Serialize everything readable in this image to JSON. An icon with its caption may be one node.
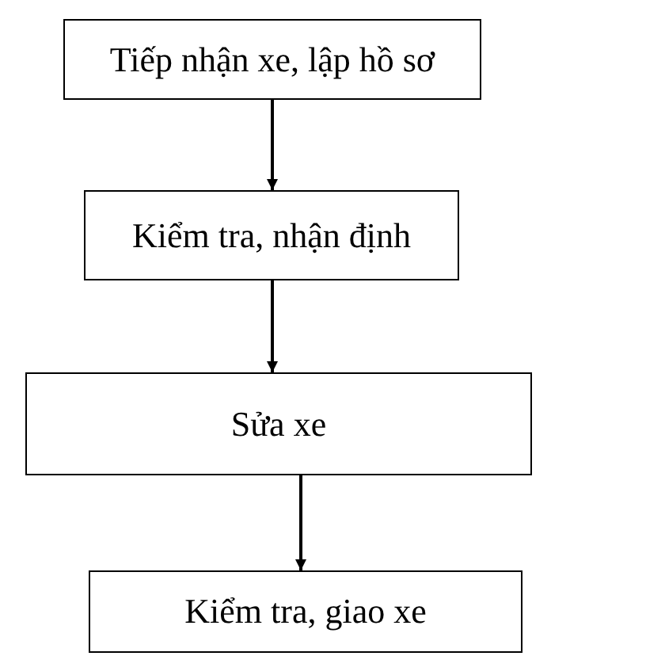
{
  "diagram": {
    "nodes": [
      {
        "text": [
          "Tiếp nhận xe, lập hồ sơ"
        ]
      },
      {
        "text": [
          "Kiểm tra, nhận định"
        ]
      },
      {
        "text": [
          "Sửa xe"
        ]
      },
      {
        "text": [
          "Kiểm tra, giao xe"
        ]
      }
    ],
    "edges": [
      {
        "from": 0,
        "to": 1,
        "arrow": "to"
      },
      {
        "from": 1,
        "to": 2,
        "arrow": "to"
      },
      {
        "from": 2,
        "to": 3,
        "arrow": "to"
      }
    ]
  }
}
